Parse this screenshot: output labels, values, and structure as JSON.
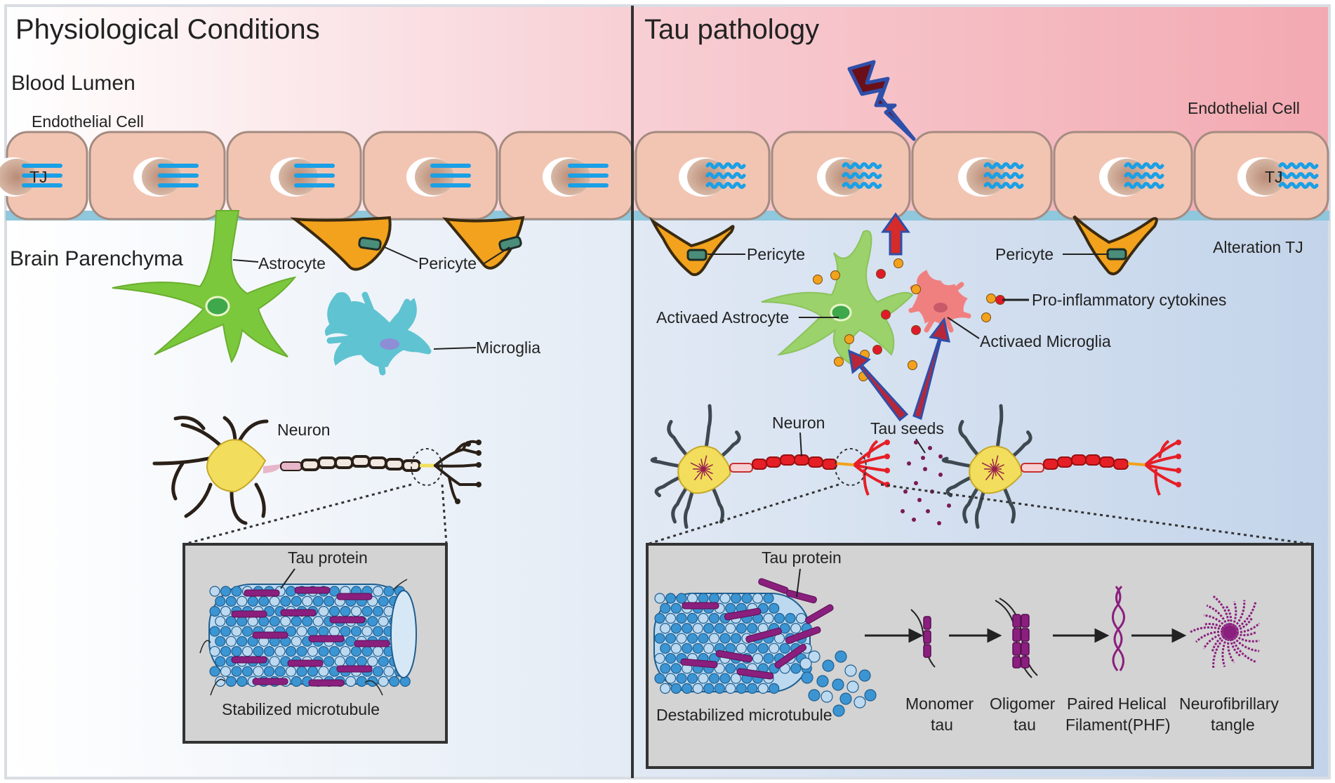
{
  "left_panel": {
    "title": "Physiological Conditions",
    "blood_lumen": "Blood Lumen",
    "endothelial_cell": "Endothelial Cell",
    "tj": "TJ",
    "brain_parenchyma": "Brain Parenchyma",
    "astrocyte": "Astrocyte",
    "pericyte": "Pericyte",
    "microglia": "Microglia",
    "neuron": "Neuron",
    "tau_protein": "Tau protein",
    "stabilized_microtubule": "Stabilized microtubule"
  },
  "right_panel": {
    "title": "Tau pathology",
    "endothelial_cell": "Endothelial Cell",
    "tj": "TJ",
    "pericyte_1": "Pericyte",
    "pericyte_2": "Pericyte",
    "alteration_tj": "Alteration TJ",
    "pro_inflammatory": "Pro-inflammatory cytokines",
    "activated_astrocyte": "Activaed Astrocyte",
    "activated_microglia": "Activaed Microglia",
    "neuron": "Neuron",
    "tau_seeds": "Tau seeds",
    "tau_protein": "Tau protein",
    "destabilized_microtubule": "Destabilized microtubule",
    "monomer_1": "Monomer",
    "monomer_2": "tau",
    "oligomer_1": "Oligomer",
    "oligomer_2": "tau",
    "phf_1": "Paired Helical",
    "phf_2": "Filament(PHF)",
    "nft_1": "Neurofibrillary",
    "nft_2": "tangle"
  },
  "colors": {
    "blood_pink": "#f6b3ba",
    "parenchyma_blue": "#c8d9ec",
    "endothelial": "#f2c5b3",
    "tj_blue": "#1aa0e6",
    "astrocyte_green": "#7cc83c",
    "pericyte_orange": "#f2a21c",
    "microglia_cyan": "#5fc3d1",
    "neuron_yellow": "#f2de5c",
    "tau_purple": "#8a1f7e",
    "tubulin_blue": "#3c95d3"
  }
}
